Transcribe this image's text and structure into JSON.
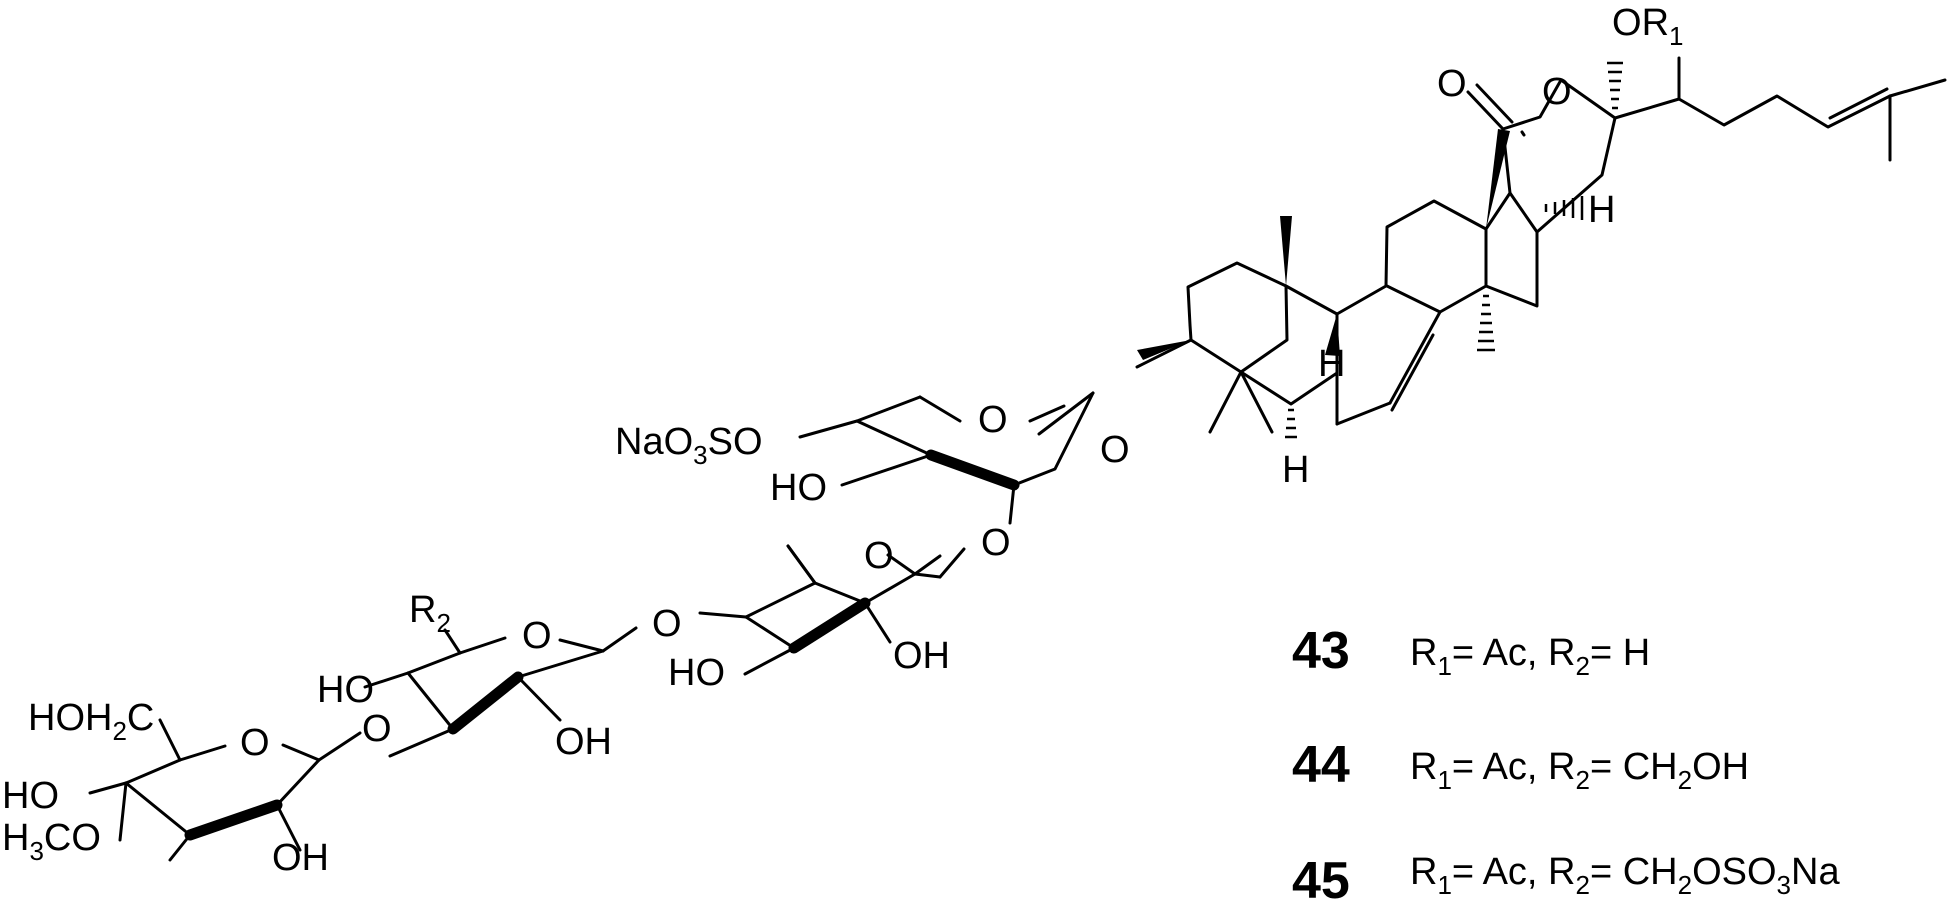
{
  "labels": {
    "or1_o": "O",
    "or1_r": "R",
    "or1_sub": "1",
    "carbonyl_o": "O",
    "lactone_o": "O",
    "h_d_ring": "H",
    "h_c9": "H",
    "h_c5": "H",
    "glycoside_o": "O",
    "xyl_ring_o": "O",
    "naso3": "NaO",
    "naso3_sub": "3",
    "naso3_tail": "SO",
    "xyl_ho": "HO",
    "qui_link_o": "O",
    "qui_ring_o": "O",
    "qui_ho": "HO",
    "qui_oh": "OH",
    "glc_link_o": "O",
    "glc_r2": "R",
    "glc_r2_sub": "2",
    "glc_ring_o": "O",
    "glc_ho": "HO",
    "glc_oh": "OH",
    "mglc_link_o": "O",
    "mglc_ring_o": "O",
    "mglc_hoh2c_a": "HOH",
    "mglc_hoh2c_sub": "2",
    "mglc_hoh2c_b": "C",
    "mglc_ho": "HO",
    "mglc_h3co_a": "H",
    "mglc_h3co_sub": "3",
    "mglc_h3co_b": "CO",
    "mglc_oh": "OH"
  },
  "compounds": [
    {
      "number": "43",
      "r1": "R",
      "r1_sub": "1",
      "r1_val": "= Ac, ",
      "r2": "R",
      "r2_sub": "2",
      "r2_val": "= H",
      "r2_val_sub": "",
      "r2_val_tail": ""
    },
    {
      "number": "44",
      "r1": "R",
      "r1_sub": "1",
      "r1_val": "= Ac, ",
      "r2": "R",
      "r2_sub": "2",
      "r2_val": "= CH",
      "r2_val_sub": "2",
      "r2_val_tail": "OH"
    },
    {
      "number": "45",
      "r1": "R",
      "r1_sub": "1",
      "r1_val": "= Ac, ",
      "r2": "R",
      "r2_sub": "2",
      "r2_val": "= CH",
      "r2_val_sub": "2",
      "r2_val_tail": "OSO",
      "r2_val_sub2": "3",
      "r2_val_tail2": "Na"
    }
  ]
}
